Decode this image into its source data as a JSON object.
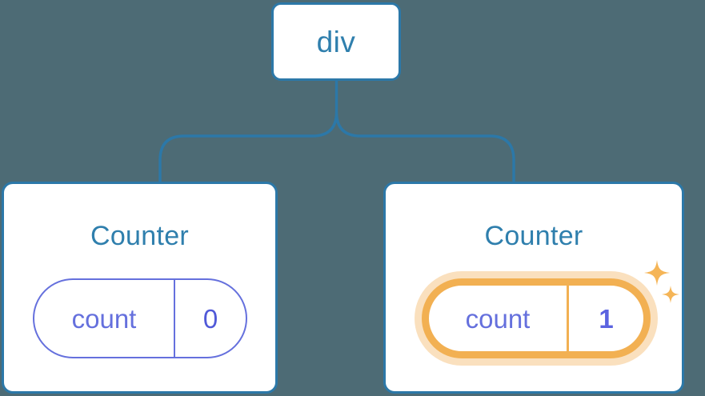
{
  "diagram": {
    "type": "component-tree",
    "background_color": "#4d6b75",
    "node_border_color": "#2c78a8",
    "node_text_color": "#2f7fad",
    "state_color": "#6570dd",
    "highlight_color": "#f2b052",
    "highlight_glow_color": "#f7cf9a",
    "root": {
      "label": "div"
    },
    "children": [
      {
        "title": "Counter",
        "state": {
          "key": "count",
          "value": "0"
        },
        "highlighted": false,
        "sparkles": false
      },
      {
        "title": "Counter",
        "state": {
          "key": "count",
          "value": "1"
        },
        "highlighted": true,
        "sparkles": true,
        "sparkle_icons": [
          "sparkle-large-icon",
          "sparkle-small-icon"
        ]
      }
    ],
    "edges": [
      {
        "from": "div",
        "to": "counter-left"
      },
      {
        "from": "div",
        "to": "counter-right"
      }
    ]
  }
}
